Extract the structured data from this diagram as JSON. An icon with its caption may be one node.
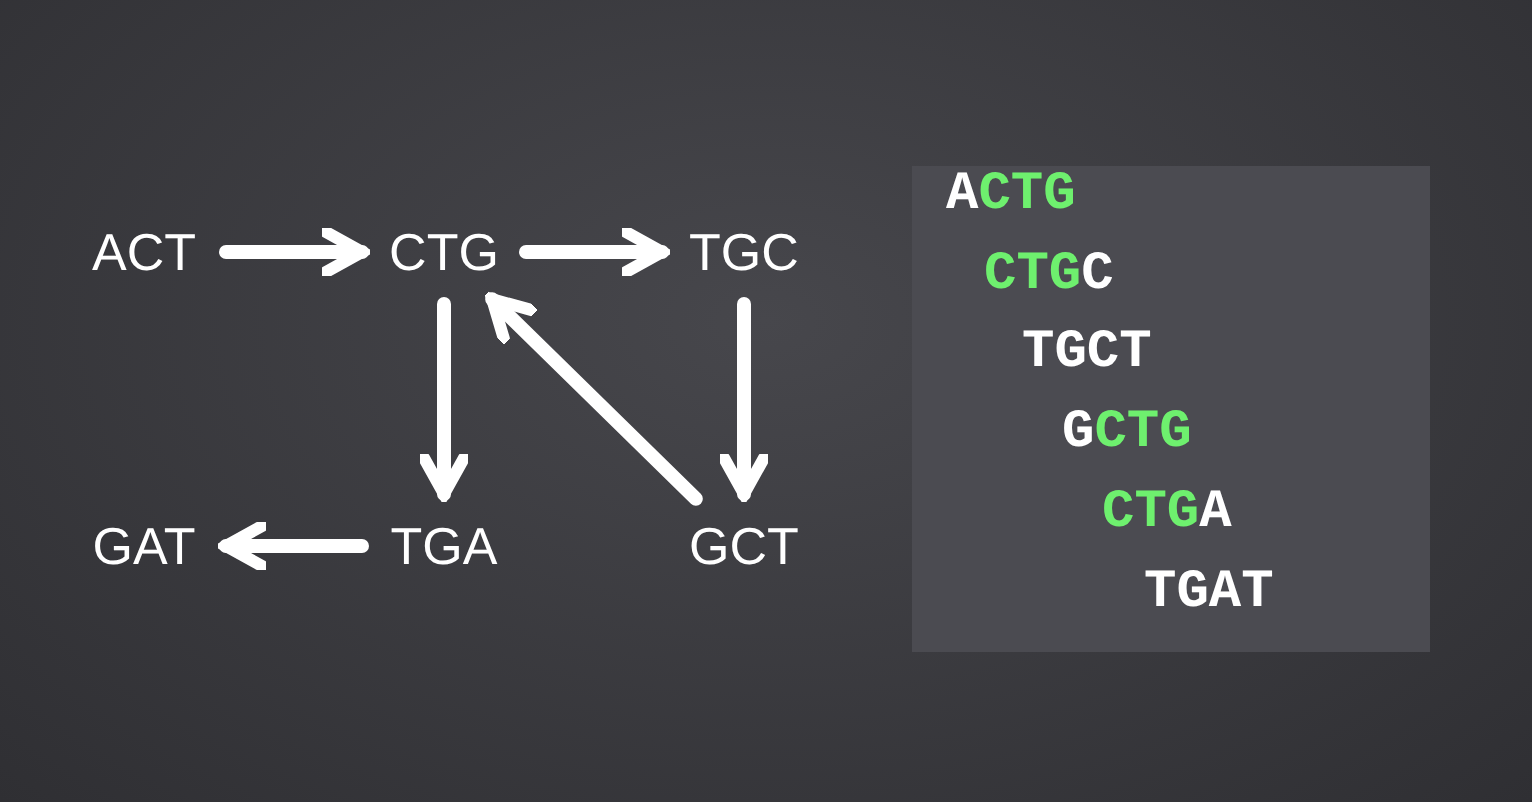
{
  "diagram": {
    "nodes": [
      {
        "text": [
          "ACT"
        ]
      },
      {
        "text": [
          "CTG"
        ]
      },
      {
        "text": [
          "TGC"
        ]
      },
      {
        "text": [
          "GAT"
        ]
      },
      {
        "text": [
          "TGA"
        ]
      },
      {
        "text": [
          "GCT"
        ]
      }
    ],
    "edges": [
      {
        "from": 0,
        "to": 1,
        "arrow": "to"
      },
      {
        "from": 1,
        "to": 2,
        "arrow": "to"
      },
      {
        "from": 1,
        "to": 4,
        "arrow": "to"
      },
      {
        "from": 2,
        "to": 5,
        "arrow": "to"
      },
      {
        "from": 5,
        "to": 1,
        "arrow": "to"
      },
      {
        "from": 4,
        "to": 3,
        "arrow": "to"
      }
    ],
    "labels": [
      "ACTG",
      "CTGC",
      "TGCT",
      "GCTG",
      "CTGA",
      "TGAT"
    ]
  }
}
